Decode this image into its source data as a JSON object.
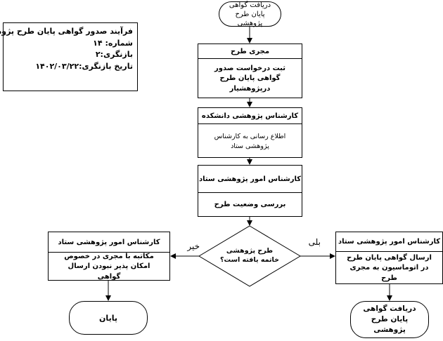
{
  "info_box": {
    "title": "فرآیند صدور گواهی پایان طرح پژوهشی",
    "number": "شماره: ۱۴",
    "revision": "بازنگری:۲",
    "revision_date": "تاریخ بازنگری:۱۴۰۲/۰۳/۲۲"
  },
  "start": {
    "text": "دریافت گواهی پایان طرح پژوهشی"
  },
  "step1": {
    "role": "مجری طرح",
    "action": "ثبت درخواست صدور گواهی پایان طرح درپژوهشیار"
  },
  "step2": {
    "role": "کارشناس  پژوهشی دانشکده",
    "action": "اطلاع رسانی به کارشناس پژوهشی ستاد"
  },
  "step3": {
    "role": "کارشناس امور پژوهشی ستاد",
    "action": "بررسی وضعیت طرح"
  },
  "decision": {
    "text": "طرح پژوهشی خاتمه یافته است؟",
    "yes_label": "بلی",
    "no_label": "خیر"
  },
  "yes_box": {
    "role": "کارشناس امور پژوهشی ستاد",
    "action": "ارسال گواهی پایان طرح در اتوماسیون به مجری طرح"
  },
  "no_box": {
    "role": "کارشناس امور پژوهشی ستاد",
    "action": "مکاتبه با مجری در خصوص امکان پذیر نبودن ارسال گواهی"
  },
  "end_yes": {
    "text": "دریافت گواهی پایان طرح پژوهشی"
  },
  "end_no": {
    "text": "پایان"
  }
}
